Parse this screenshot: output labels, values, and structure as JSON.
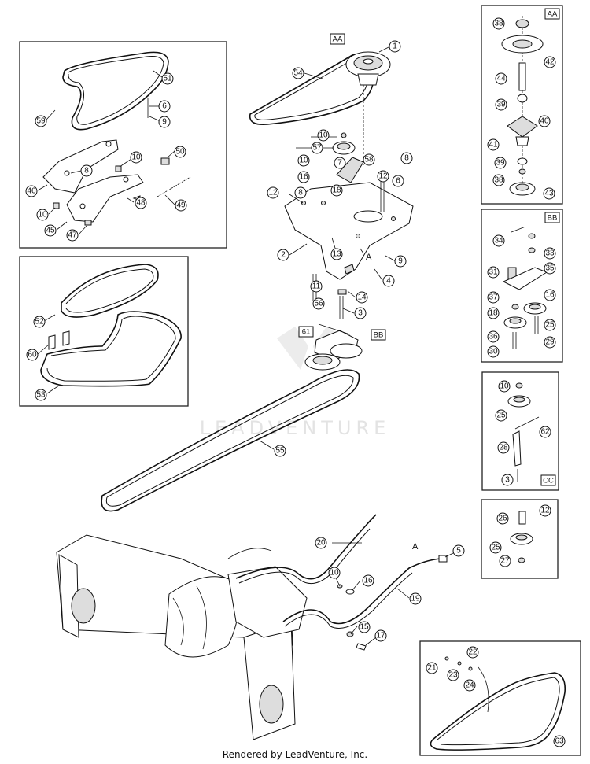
{
  "watermark": "LEADVENTURE",
  "footer": "Rendered by LeadVenture, Inc.",
  "tags": {
    "aa_main": "AA",
    "aa_box": "AA",
    "bb_main": "BB",
    "bb_box": "BB",
    "cc_box": "CC",
    "detail_61": "61"
  },
  "letters": {
    "a1": "A",
    "a2": "A"
  },
  "callouts": {
    "c1": "1",
    "c54": "54",
    "c51": "51",
    "c59": "59",
    "c6a": "6",
    "c9a": "9",
    "c10a": "10",
    "c8a": "8",
    "c50": "50",
    "c46": "46",
    "c10b": "10",
    "c45": "45",
    "c47": "47",
    "c48": "48",
    "c49": "49",
    "c10c": "10",
    "c57": "57",
    "c10d": "10",
    "c7": "7",
    "c58": "58",
    "c8b": "8",
    "c16a": "16",
    "c12a": "12",
    "c6b": "6",
    "c12b": "12",
    "c8c": "8",
    "c18a": "18",
    "c2": "2",
    "c13": "13",
    "c9b": "9",
    "c11": "11",
    "c4": "4",
    "c56": "56",
    "c14": "14",
    "c3a": "3",
    "c52": "52",
    "c60": "60",
    "c53": "53",
    "c55": "55",
    "c38a": "38",
    "c42": "42",
    "c44": "44",
    "c39a": "39",
    "c40": "40",
    "c41": "41",
    "c39b": "39",
    "c38b": "38",
    "c43": "43",
    "c34": "34",
    "c33": "33",
    "c31": "31",
    "c35": "35",
    "c37": "37",
    "c16b": "16",
    "c18b": "18",
    "c25a": "25",
    "c36": "36",
    "c29": "29",
    "c30": "30",
    "c10e": "10",
    "c25b": "25",
    "c62": "62",
    "c28": "28",
    "c3b": "3",
    "c26": "26",
    "c12c": "12",
    "c25c": "25",
    "c27": "27",
    "c20": "20",
    "c5": "5",
    "c10f": "10",
    "c16c": "16",
    "c19": "19",
    "c15": "15",
    "c17": "17",
    "c22": "22",
    "c21": "21",
    "c23": "23",
    "c24": "24",
    "c63": "63"
  }
}
